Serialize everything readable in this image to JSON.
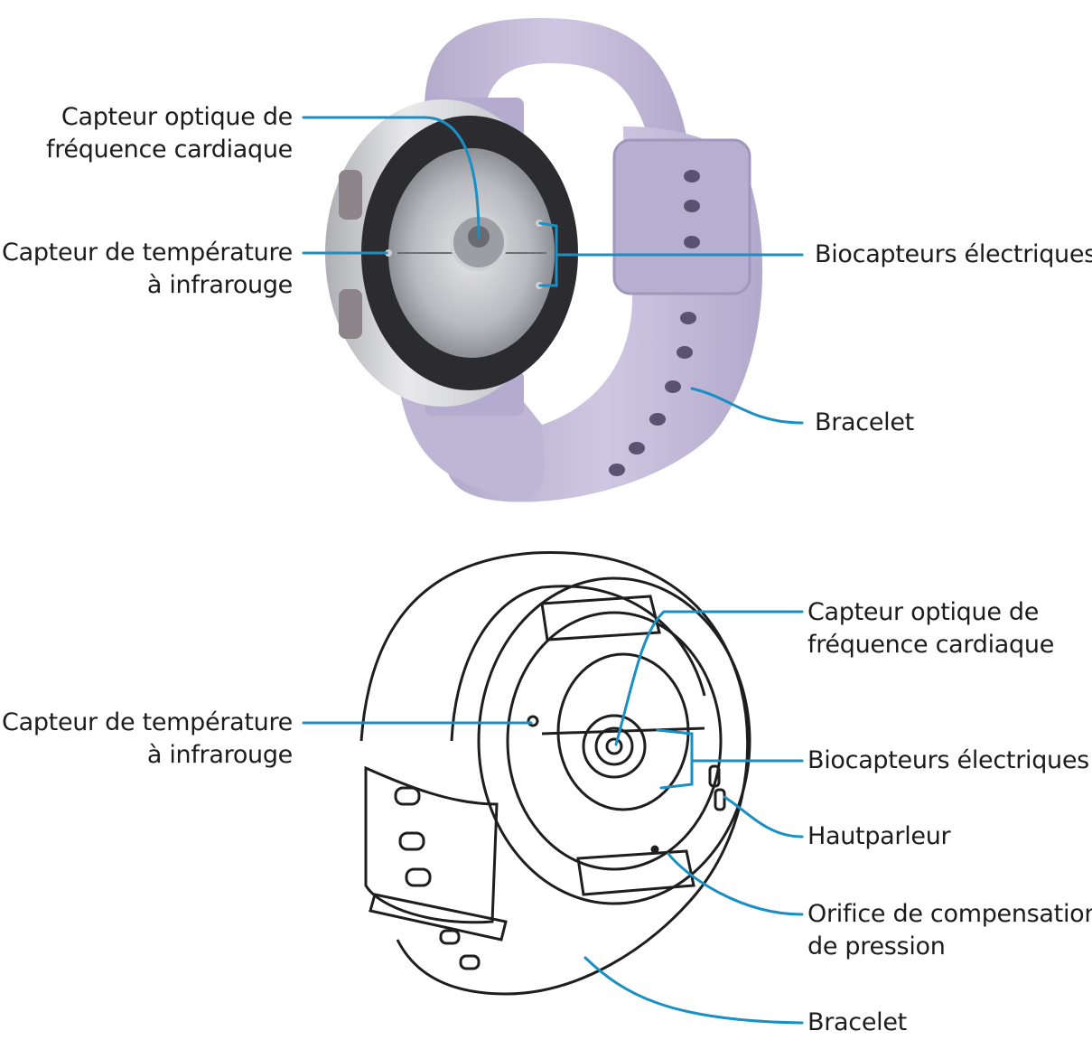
{
  "colors": {
    "leader": "#1a8fc4",
    "band": "#c5bcd9",
    "band_dark": "#a99fc4",
    "case": "#d9d9dc",
    "case_dark": "#9a9aa0",
    "back": "#2a2a2e",
    "sensor": "#b8b9bd",
    "outline": "#1e1e1e"
  },
  "icons": [
    "watch-photo-back",
    "watch-line-drawing-back"
  ],
  "top_photo": {
    "labels": {
      "optical_hr": [
        "Capteur optique de",
        "fréquence cardiaque"
      ],
      "ir_temp": [
        "Capteur de température",
        "à infrarouge"
      ],
      "bioelectric": [
        "Biocapteurs électriques"
      ],
      "strap": [
        "Bracelet"
      ]
    }
  },
  "bottom_drawing": {
    "labels": {
      "optical_hr": [
        "Capteur optique de",
        "fréquence cardiaque"
      ],
      "ir_temp": [
        "Capteur de température",
        "à infrarouge"
      ],
      "bioelectric": [
        "Biocapteurs électriques"
      ],
      "speaker": [
        "Hautparleur"
      ],
      "pressure_vent": [
        "Orifice de compensation",
        "de pression"
      ],
      "strap": [
        "Bracelet"
      ]
    }
  }
}
